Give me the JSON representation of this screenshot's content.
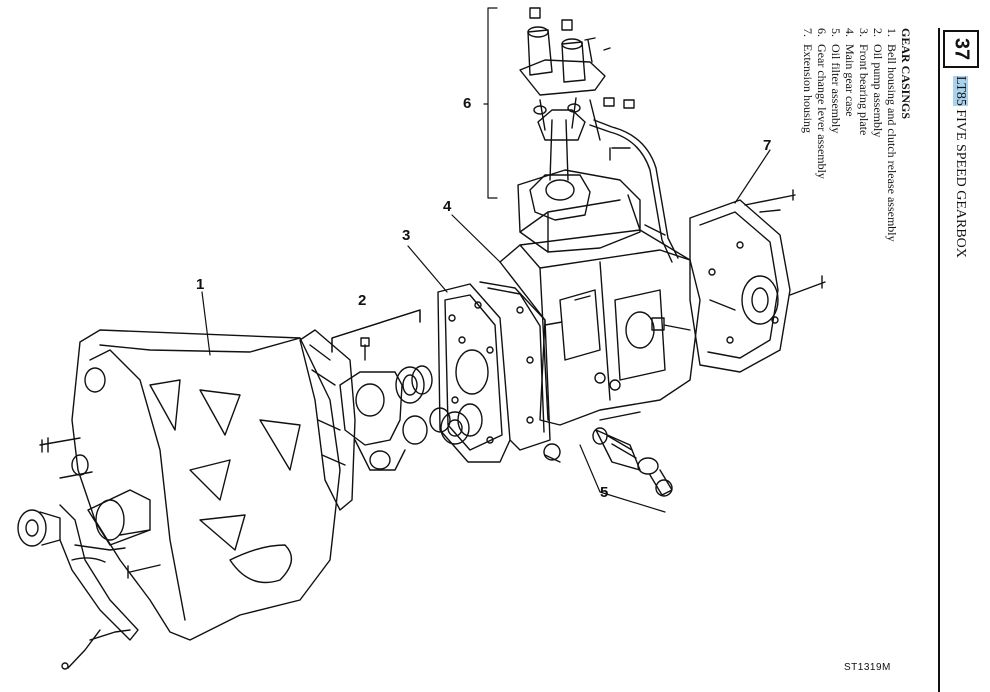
{
  "legend": {
    "heading": "GEAR CASINGS",
    "items": [
      {
        "num": "1.",
        "label": "Bell housing and clutch release assembly"
      },
      {
        "num": "2.",
        "label": "Oil pump assembly"
      },
      {
        "num": "3.",
        "label": "Front bearing plate"
      },
      {
        "num": "4.",
        "label": "Main gear case"
      },
      {
        "num": "5.",
        "label": "Oil filter assembly"
      },
      {
        "num": "6.",
        "label": "Gear change lever assembly"
      },
      {
        "num": "7.",
        "label": "Extension housing"
      }
    ]
  },
  "section_number": "37",
  "title_highlight": "LT85",
  "title_rest": " FIVE SPEED GEARBOX",
  "drawing_code": "ST1319M",
  "callouts": [
    "1",
    "2",
    "3",
    "4",
    "5",
    "6",
    "7"
  ]
}
